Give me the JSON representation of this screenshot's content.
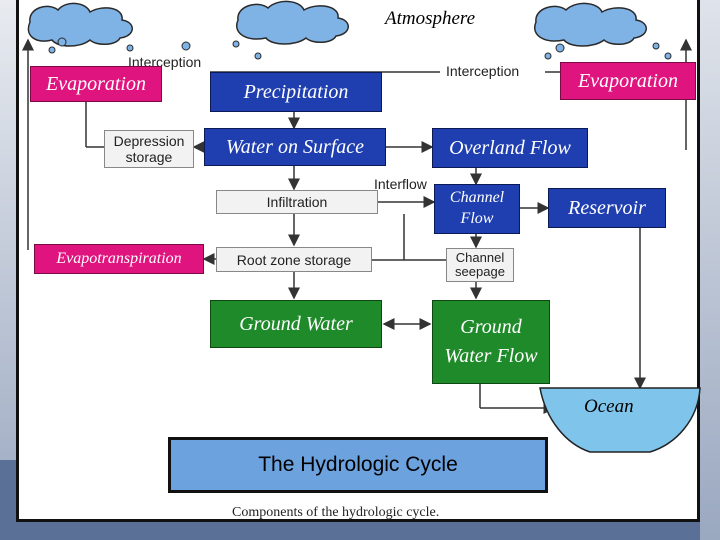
{
  "atmosphere_label": "Atmosphere",
  "boxes": {
    "evaporation_left": "Evaporation",
    "evaporation_right": "Evaporation",
    "precipitation": "Precipitation",
    "water_on_surface": "Water on Surface",
    "overland_flow": "Overland Flow",
    "channel_flow": "Channel Flow",
    "reservoir": "Reservoir",
    "evapotranspiration": "Evapotranspiration",
    "ground_water": "Ground Water",
    "ground_water_flow": "Ground Water Flow",
    "ocean": "Ocean"
  },
  "grey_boxes": {
    "depression_storage": "Depression storage",
    "infiltration": "Infiltration",
    "root_zone_storage": "Root zone storage",
    "channel_seepage": "Channel seepage"
  },
  "small_labels": {
    "interception_left": "Interception",
    "interception_right": "Interception",
    "interflow": "Interflow"
  },
  "title": "The Hydrologic Cycle",
  "caption": "Components of the hydrologic cycle."
}
